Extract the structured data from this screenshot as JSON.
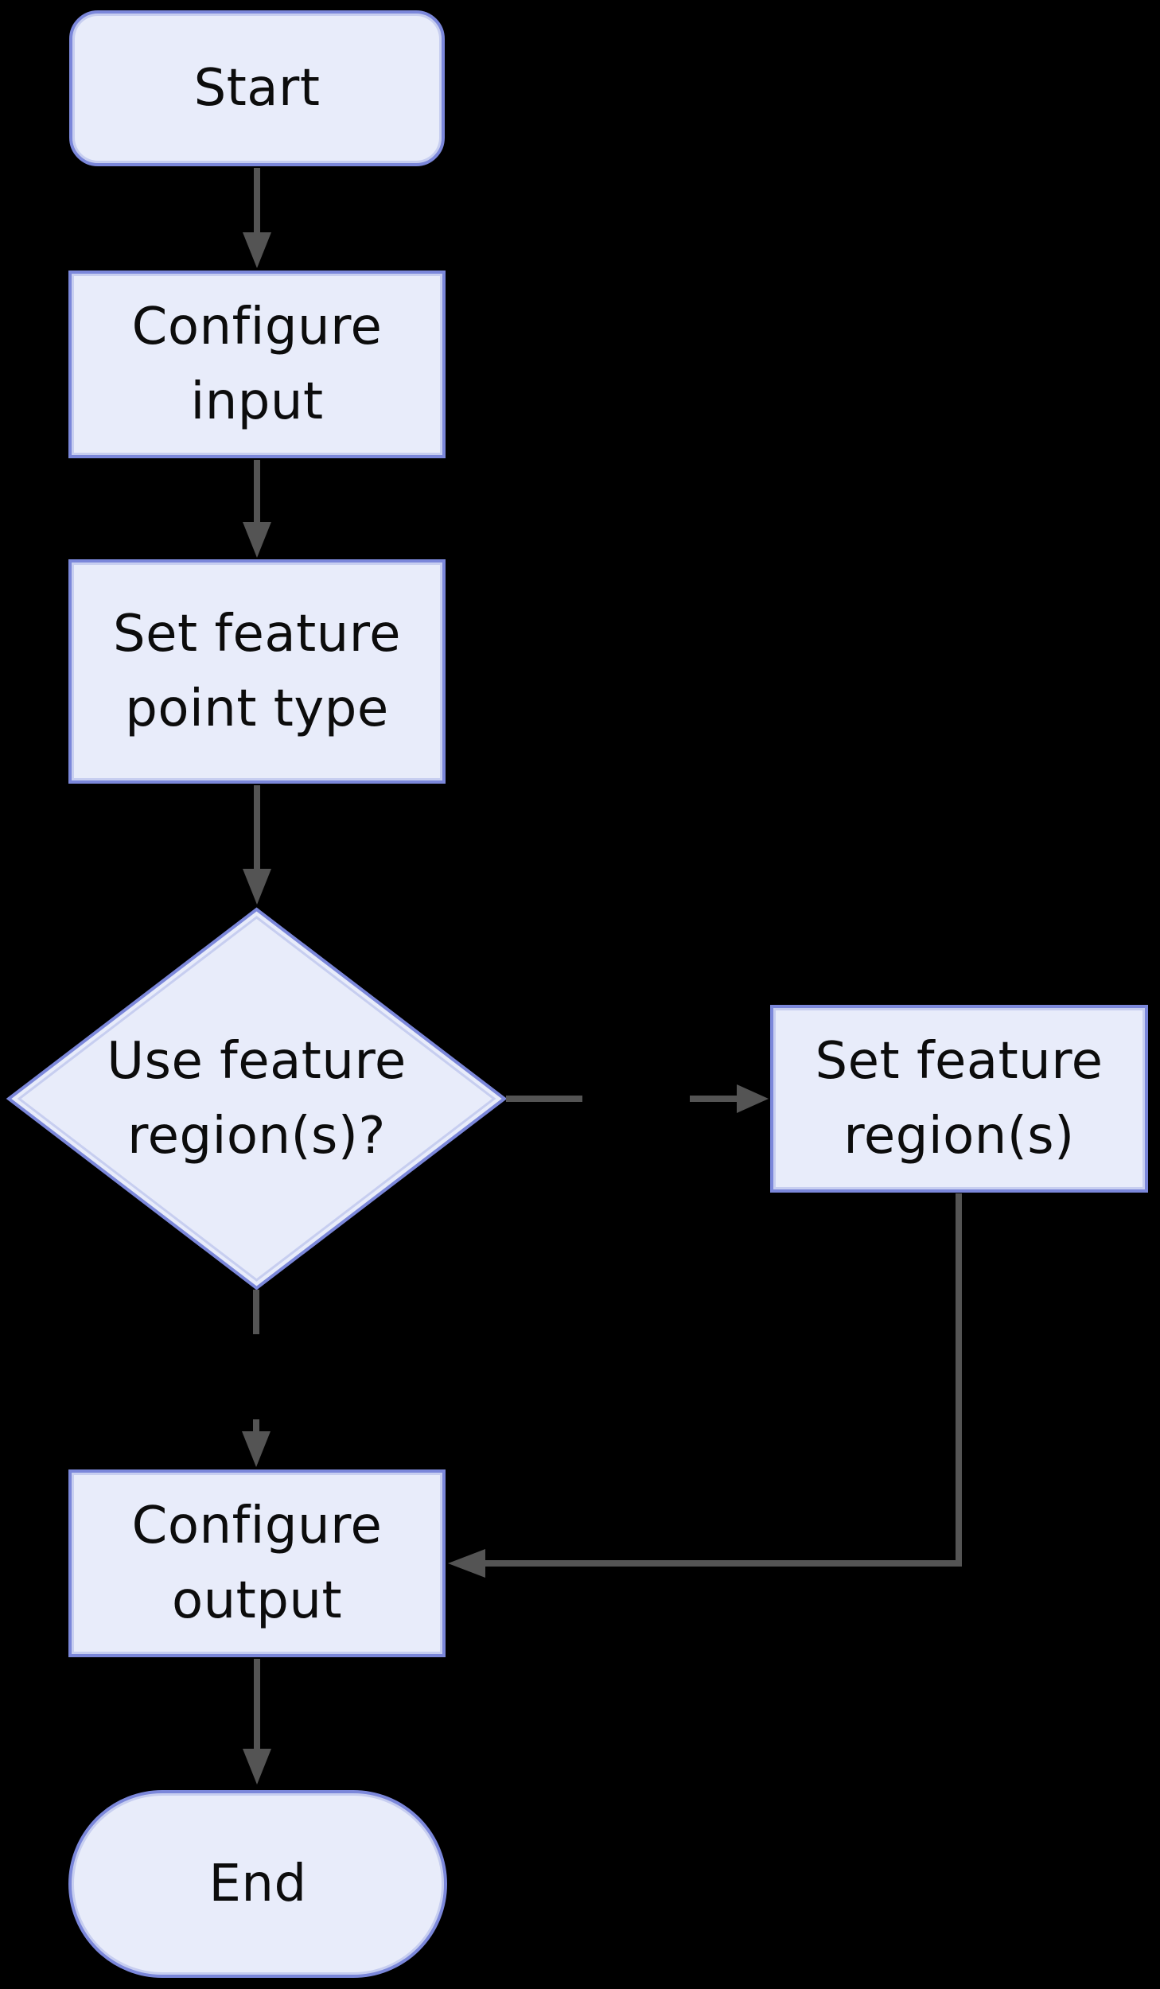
{
  "diagram": {
    "kind": "flowchart",
    "background_color": "#000000",
    "node_fill_color": "#e8ecfa",
    "node_border_color": "#7b87da",
    "node_inner_border_color": "#c7cef0",
    "connector_color": "#545454",
    "text_color": "#0c0c0c"
  },
  "nodes": [
    {
      "id": "start",
      "type": "terminator",
      "lines": [
        "Start"
      ]
    },
    {
      "id": "configure-input",
      "type": "process",
      "lines": [
        "Configure",
        "input"
      ]
    },
    {
      "id": "set-feature-point-type",
      "type": "process",
      "lines": [
        "Set feature",
        "point type"
      ]
    },
    {
      "id": "use-feature-regions",
      "type": "decision",
      "lines": [
        "Use feature",
        "region(s)?"
      ]
    },
    {
      "id": "set-feature-regions",
      "type": "process",
      "lines": [
        "Set feature",
        "region(s)"
      ]
    },
    {
      "id": "configure-output",
      "type": "process",
      "lines": [
        "Configure",
        "output"
      ]
    },
    {
      "id": "end",
      "type": "terminator",
      "lines": [
        "End"
      ]
    }
  ],
  "edges": [
    {
      "from": "start",
      "to": "configure-input",
      "style": "solid",
      "label": ""
    },
    {
      "from": "configure-input",
      "to": "set-feature-point-type",
      "style": "solid",
      "label": ""
    },
    {
      "from": "set-feature-point-type",
      "to": "use-feature-regions",
      "style": "solid",
      "label": ""
    },
    {
      "from": "use-feature-regions",
      "to": "set-feature-regions",
      "style": "dashed",
      "label": ""
    },
    {
      "from": "use-feature-regions",
      "to": "configure-output",
      "style": "dashed",
      "label": ""
    },
    {
      "from": "set-feature-regions",
      "to": "configure-output",
      "style": "solid",
      "label": ""
    },
    {
      "from": "configure-output",
      "to": "end",
      "style": "solid",
      "label": ""
    }
  ]
}
